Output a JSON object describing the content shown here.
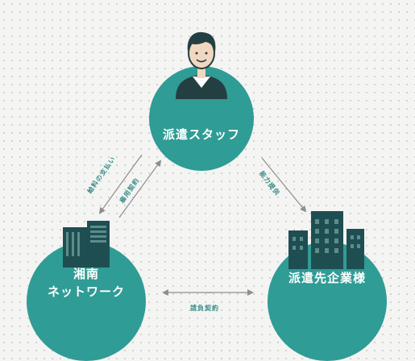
{
  "nodes": {
    "staff": {
      "label": "派遣スタッフ",
      "icon": "person-icon"
    },
    "shonan": {
      "label_line1": "湘南",
      "label_line2": "ネットワーク",
      "icon": "office-building-icon"
    },
    "client": {
      "label": "派遣先企業様",
      "icon": "building-icon"
    }
  },
  "relations": {
    "fee": "給料の支払い",
    "employment": "雇用契約",
    "labor": "能力提供",
    "contract": "請負契約"
  },
  "colors": {
    "circle": "#2f9c95",
    "building_dark": "#1f4e52",
    "arrow": "#8e8e8e",
    "label": "#3a8f89"
  }
}
